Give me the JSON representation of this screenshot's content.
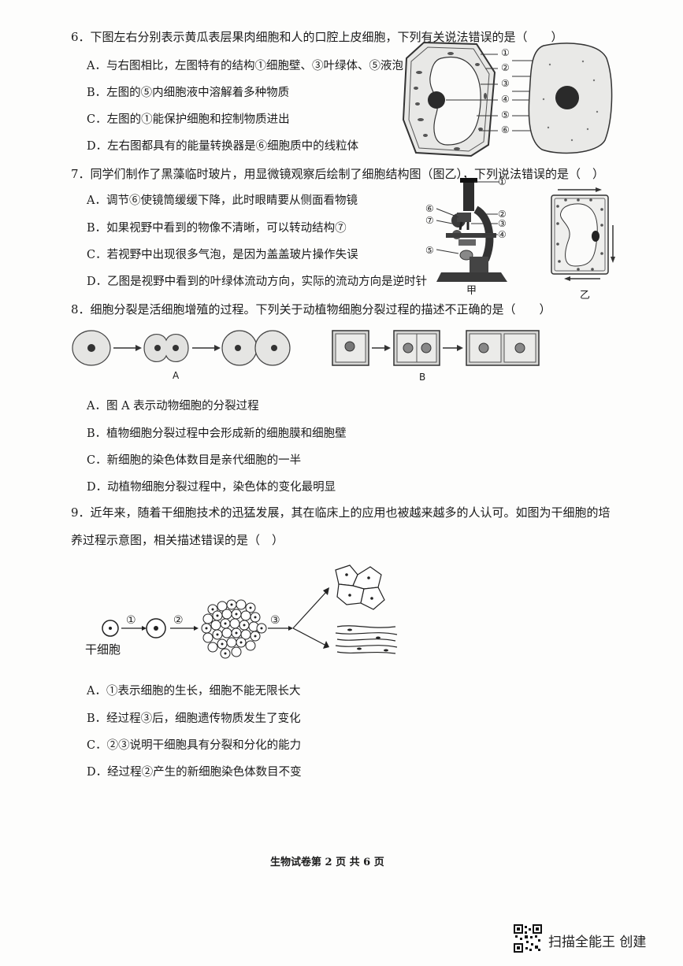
{
  "q6": {
    "stem": "6．下图左右分别表示黄瓜表层果肉细胞和人的口腔上皮细胞，下列有关说法错误的是（　　）",
    "options": [
      "A．与右图相比，左图特有的结构①细胞壁、③叶绿体、⑤液泡",
      "B．左图的⑤内细胞液中溶解着多种物质",
      "C．左图的①能保护细胞和控制物质进出",
      "D．左右图都具有的能量转换器是⑥细胞质中的线粒体"
    ],
    "markers": [
      "①",
      "②",
      "③",
      "④",
      "⑤",
      "⑥"
    ]
  },
  "q7": {
    "stem": "7．同学们制作了黑藻临时玻片，用显微镜观察后绘制了细胞结构图（图乙），下列说法错误的是（　）",
    "options": [
      "A．调节⑥使镜筒缓缓下降，此时眼睛要从侧面看物镜",
      "B．如果视野中看到的物像不清晰，可以转动结构⑦",
      "C．若视野中出现很多气泡，是因为盖盖玻片操作失误",
      "D．乙图是视野中看到的叶绿体流动方向，实际的流动方向是逆时针"
    ],
    "scope_markers": [
      "①",
      "⑥",
      "⑦",
      "②",
      "③",
      "④",
      "⑤"
    ],
    "label_jia": "甲",
    "label_yi": "乙"
  },
  "q8": {
    "stem": "8．细胞分裂是活细胞增殖的过程。下列关于动植物细胞分裂过程的描述不正确的是（　　）",
    "label_a": "A",
    "label_b": "B",
    "options": [
      "A．图 A 表示动物细胞的分裂过程",
      "B．植物细胞分裂过程中会形成新的细胞膜和细胞壁",
      "C．新细胞的染色体数目是亲代细胞的一半",
      "D．动植物细胞分裂过程中，染色体的变化最明显"
    ]
  },
  "q9": {
    "stem_line1": "9．近年来，随着干细胞技术的迅猛发展，其在临床上的应用也被越来越多的人认可。如图为干细胞的培",
    "stem_line2": "养过程示意图，相关描述错误的是（　）",
    "step_labels": [
      "①",
      "②",
      "③"
    ],
    "stem_cell_label": "干细胞",
    "options": [
      "A．①表示细胞的生长，细胞不能无限长大",
      "B．经过程③后，细胞遗传物质发生了变化",
      "C．②③说明干细胞具有分裂和分化的能力",
      "D．经过程②产生的新细胞染色体数目不变"
    ]
  },
  "footer": {
    "page_text": "生物试卷第 2 页 共 6 页"
  },
  "watermark": {
    "text": "扫描全能王 创建"
  }
}
